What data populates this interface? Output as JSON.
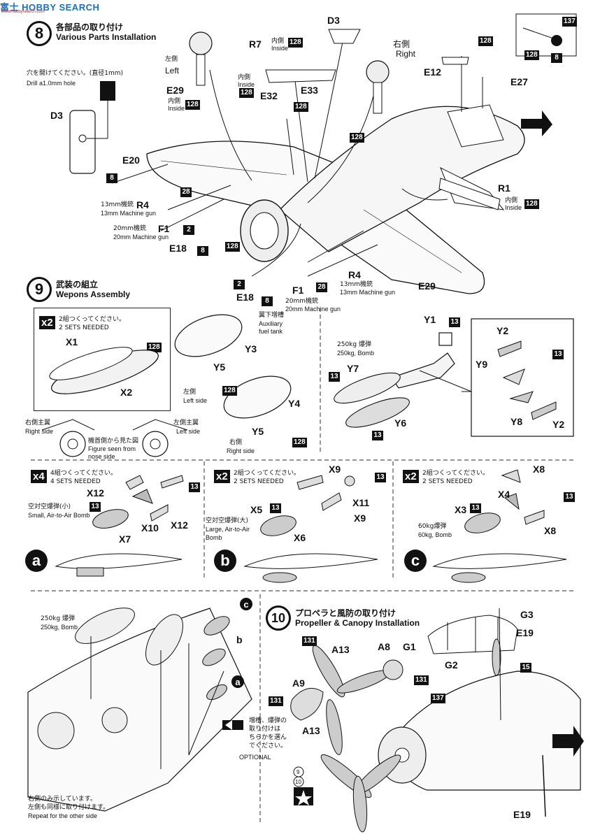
{
  "watermark": {
    "brand": "HOBBY SEARCH",
    "prefix": "富士",
    "sub": "www.hobbysearch.com"
  },
  "step8": {
    "number": "8",
    "title_jp": "各部品の取り付け",
    "title_en": "Various Parts Installation",
    "drill_jp": "穴を開けてください。(直径1mm)",
    "drill_en": "Drill a1.0mm hole",
    "labels": {
      "D3_left": "D3",
      "D3_top": "D3",
      "E20": "E20",
      "R4_left": "R4",
      "F1_left": "F1",
      "E18_left": "E18",
      "E29_top": "E29",
      "R7": "R7",
      "E32": "E32",
      "E33": "E33",
      "E12": "E12",
      "E27": "E27",
      "R1": "R1",
      "R4_right": "R4",
      "F1_right": "F1",
      "E18_right": "E18",
      "E29_right": "E29"
    },
    "left_jp": "左側",
    "left_en": "Left",
    "right_jp": "右側",
    "right_en": "Right",
    "inside_jp": "内側",
    "inside_en": "Inside",
    "mg13_jp": "13mm機銃",
    "mg13_en": "13mm Machine gun",
    "mg20_jp": "20mm機銃",
    "mg20_en": "20mm Machine gun",
    "color_codes": {
      "c128": "128",
      "c8": "8",
      "c28": "28",
      "c2": "2",
      "c137": "137"
    }
  },
  "step9": {
    "number": "9",
    "title_jp": "武装の組立",
    "title_en": "Wepons Assembly",
    "x2": "x2",
    "x4": "x4",
    "sets2_jp": "2組つくってください。",
    "sets2_en": "2 SETS NEEDED",
    "sets4_jp": "4組つくってください。",
    "sets4_en": "4 SETS NEEDED",
    "parts": {
      "X1": "X1",
      "X2": "X2",
      "Y3": "Y3",
      "Y5a": "Y5",
      "Y4": "Y4",
      "Y5b": "Y5",
      "Y1": "Y1",
      "Y7": "Y7",
      "Y6": "Y6",
      "Y2a": "Y2",
      "Y9": "Y9",
      "Y8": "Y8",
      "Y2b": "Y2",
      "X12a": "X12",
      "X10": "X10",
      "X12b": "X12",
      "X7": "X7",
      "X9a": "X9",
      "X11": "X11",
      "X9b": "X9",
      "X5": "X5",
      "X6": "X6",
      "X8a": "X8",
      "X4": "X4",
      "X3": "X3",
      "X8b": "X8"
    },
    "tank_jp": "翼下増槽",
    "tank_en1": "Auxiliary",
    "tank_en2": "fuel tank",
    "left_side_jp": "左側",
    "left_side_en": "Left side",
    "right_side_jp": "右側",
    "right_side_en": "Right side",
    "bomb250_jp": "250kg 爆弾",
    "bomb250_en": "250kg, Bomb",
    "rwing_jp": "右側主翼",
    "rwing_en": "Right side",
    "lwing_jp": "左側主翼",
    "lwing_en": "Left side",
    "nose_jp": "機首側から見た図",
    "nose_en1": "Figure seen from",
    "nose_en2": "nose side",
    "small_bomb_jp": "空対空爆弾(小)",
    "small_bomb_en": "Small, Air-to-Air Bomb",
    "large_bomb_jp": "空対空爆弾(大)",
    "large_bomb_en1": "Large, Air-to-Air",
    "large_bomb_en2": "Bomb",
    "bomb60_jp": "60kg爆弾",
    "bomb60_en": "60kg, Bomb",
    "variants": {
      "a": "a",
      "b": "b",
      "c": "c"
    },
    "codes": {
      "c128": "128",
      "c13": "13"
    }
  },
  "lower": {
    "bomb250_jp": "250kg 爆弾",
    "bomb250_en": "250kg, Bomb",
    "optional_jp1": "増槽、爆弾の",
    "optional_jp2": "取り付けは",
    "optional_jp3": "ちらかを選ん",
    "optional_jp4": "でください。",
    "optional_en": "OPTIONAL",
    "repeat_jp1": "右側のみ示しています。",
    "repeat_jp2": "左側も同様に取り付けます。",
    "repeat_en": "Repeat for the other side",
    "variants": {
      "a": "a",
      "b": "b",
      "c": "c"
    }
  },
  "step10": {
    "number": "10",
    "title_jp": "プロペラと風防の取り付け",
    "title_en": "Propeller & Canopy Installation",
    "parts": {
      "A13a": "A13",
      "A8": "A8",
      "G1": "G1",
      "G3": "G3",
      "E19a": "E19",
      "A9": "A9",
      "G2": "G2",
      "A13b": "A13",
      "E19b": "E19"
    },
    "codes": {
      "c131a": "131",
      "c131b": "131",
      "c131c": "131",
      "c137": "137",
      "c15": "15",
      "n9": "9",
      "n10": "10"
    }
  }
}
